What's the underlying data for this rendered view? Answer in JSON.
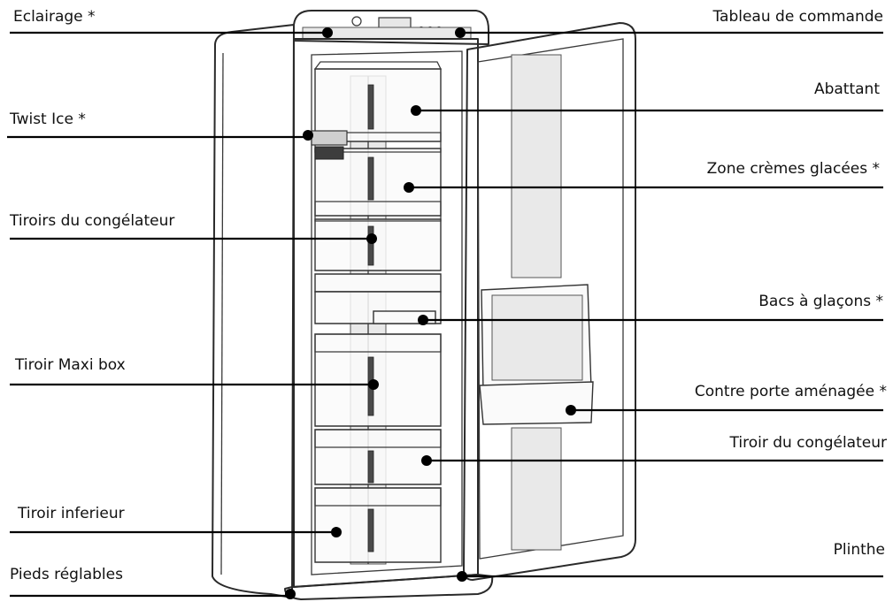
{
  "labels": {
    "eclairage": "Eclairage *",
    "tableau": "Tableau de commande",
    "abattant": "Abattant",
    "twist_ice": "Twist Ice *",
    "zone_cremes": "Zone crèmes glacées *",
    "tiroirs_congelateur": "Tiroirs du congélateur",
    "bacs_glacons": "Bacs à glaçons *",
    "tiroir_maxi_box": "Tiroir Maxi box",
    "contre_porte": "Contre porte aménagée *",
    "tiroir_du_congelateur": "Tiroir du congélateur",
    "tiroir_inferieur": "Tiroir inferieur",
    "plinthe": "Plinthe",
    "pieds_reglables": "Pieds réglables"
  },
  "colors": {
    "line": "#000000",
    "outline": "#2a2a2a",
    "background": "#ffffff"
  }
}
